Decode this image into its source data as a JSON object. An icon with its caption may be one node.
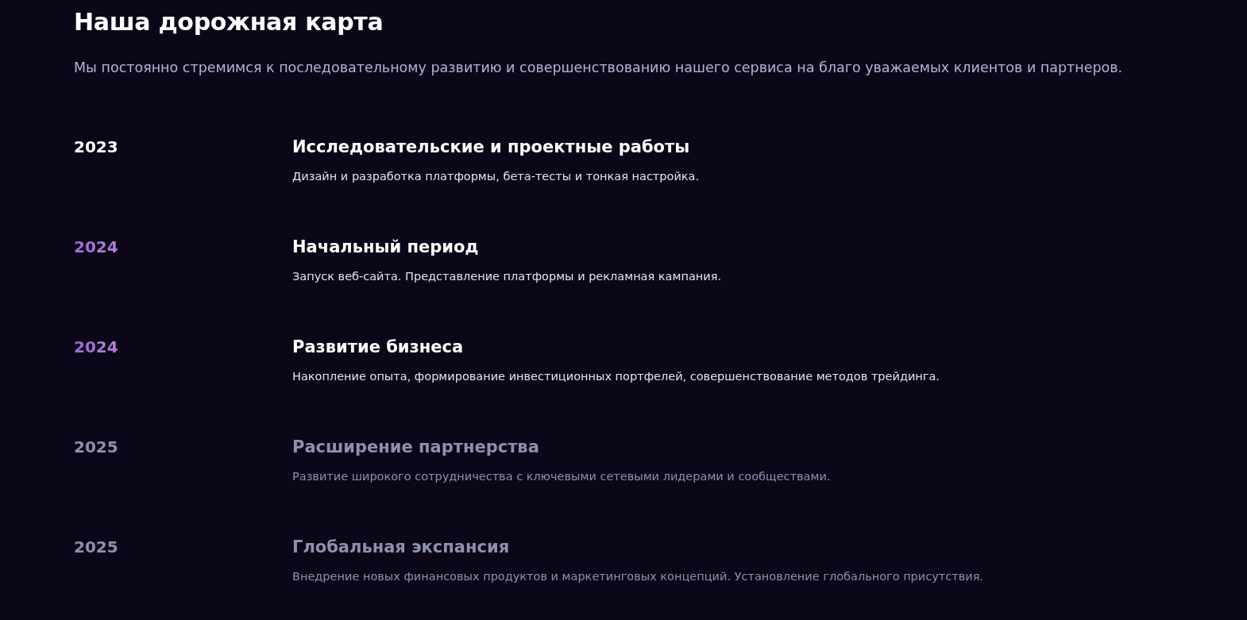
{
  "diagram": {
    "title": "Наша дорожная карта",
    "caption": "Мы постоянно стремимся к последовательному развитию и совершенствованию нашего сервиса на благо уважаемых клиентов и партнеров.",
    "labels": [
      "2023",
      "Исследовательские и проектные работы",
      "Дизайн и разработка платформы, бета-тесты и тонкая настройка.",
      "2024",
      "Начальный период",
      "Запуск веб-сайта. Представление платформы и рекламная кампания.",
      "2024",
      "Развитие бизнеса",
      "Накопление опыта, формирование инвестиционных портфелей, совершенствование методов трейдинга.",
      "2025",
      "Расширение партнерства",
      "Развитие широкого сотрудничества с ключевыми сетевыми лидерами и сообществами.",
      "2025",
      "Глобальная экспансия",
      "Внедрение новых финансовых продуктов и маркетинговых концепций. Установление глобального присутствия."
    ]
  }
}
